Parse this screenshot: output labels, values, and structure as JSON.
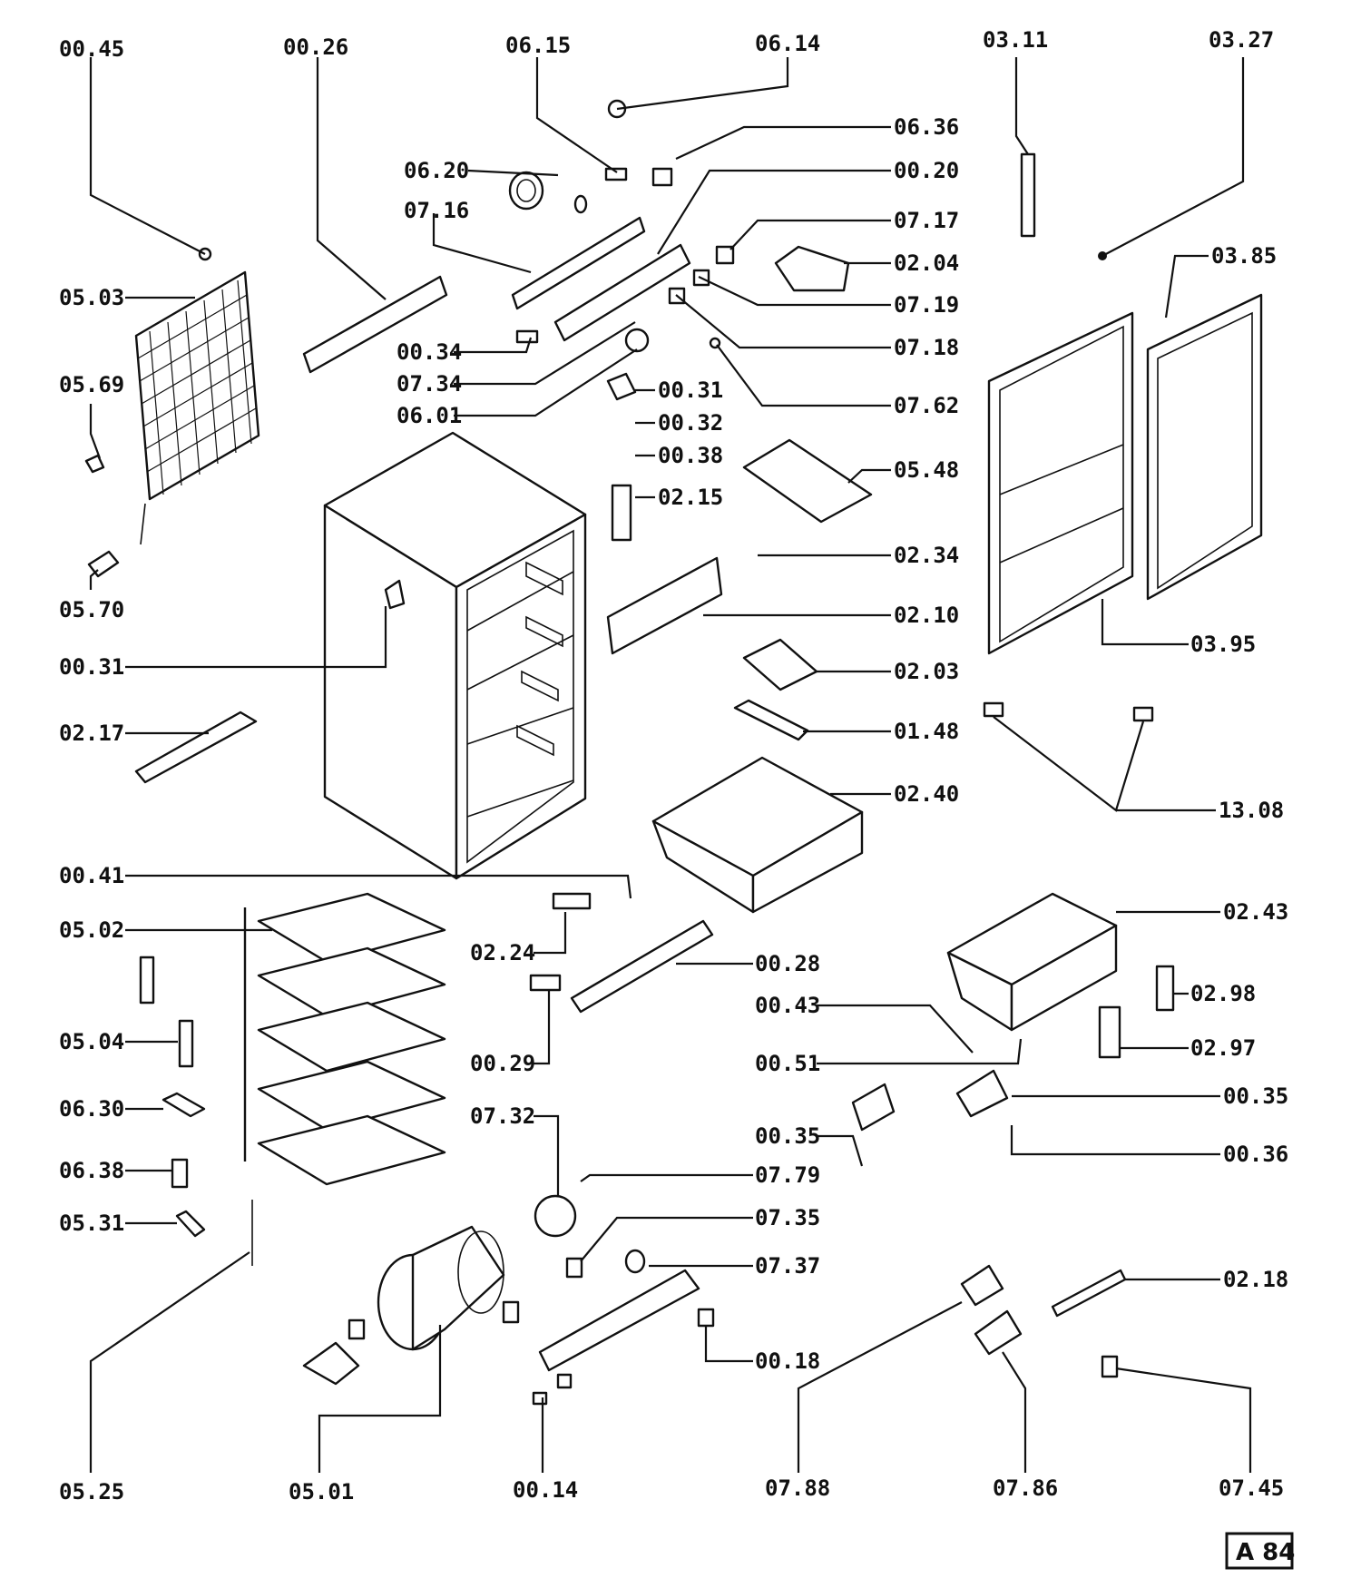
{
  "badge": "A 84",
  "callouts": [
    "00.45",
    "00.26",
    "06.15",
    "06.14",
    "03.11",
    "03.27",
    "06.36",
    "00.20",
    "06.20",
    "07.16",
    "07.17",
    "02.04",
    "07.19",
    "07.18",
    "07.62",
    "05.03",
    "05.69",
    "00.34",
    "07.34",
    "06.01",
    "00.31",
    "00.32",
    "00.38",
    "05.48",
    "02.15",
    "02.34",
    "02.10",
    "02.03",
    "01.48",
    "02.40",
    "05.70",
    "00.31",
    "02.17",
    "00.41",
    "05.02",
    "05.04",
    "06.30",
    "06.38",
    "05.31",
    "02.24",
    "00.29",
    "00.28",
    "00.43",
    "00.51",
    "00.35",
    "00.36",
    "00.35",
    "07.32",
    "07.79",
    "07.35",
    "07.37",
    "00.18",
    "02.18",
    "03.85",
    "03.95",
    "13.08",
    "02.43",
    "02.98",
    "02.97",
    "05.25",
    "05.01",
    "00.14",
    "07.88",
    "07.86",
    "07.45"
  ]
}
